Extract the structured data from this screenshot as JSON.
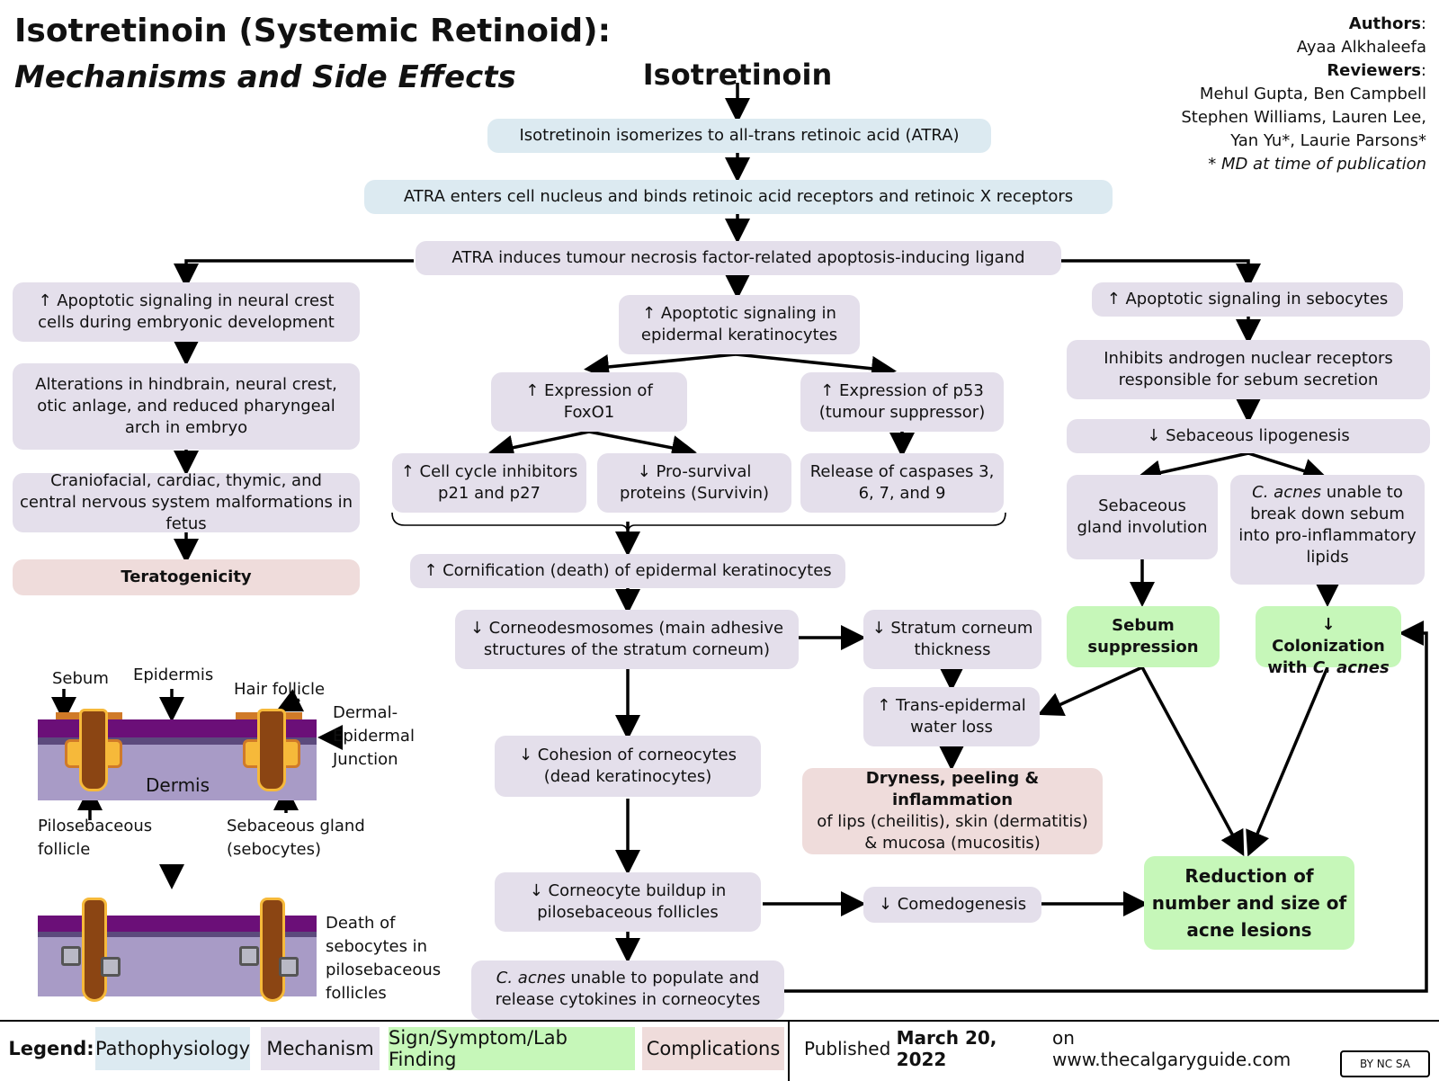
{
  "title": {
    "line1": "Isotretinoin (Systemic Retinoid):",
    "line2": "Mechanisms and Side Effects"
  },
  "credits": {
    "authors_label": "Authors",
    "authors": "Ayaa Alkhaleefa",
    "reviewers_label": "Reviewers",
    "reviewers_line1": "Mehul Gupta, Ben Campbell",
    "reviewers_line2": "Stephen Williams, Lauren Lee,",
    "reviewers_line3": "Yan Yu*, Laurie Parsons*",
    "note": "* MD at time of publication"
  },
  "center_title": "Isotretinoin",
  "nodes": {
    "isomerize": "Isotretinoin isomerizes to all-trans retinoic acid (ATRA)",
    "atra_nucleus": "ATRA enters cell nucleus and binds retinoic acid receptors and retinoic X receptors",
    "atra_trail": "ATRA induces tumour necrosis factor-related apoptosis-inducing ligand",
    "neural_crest": "↑ Apoptotic signaling in neural crest cells during embryonic development",
    "hindbrain": "Alterations in hindbrain, neural crest, otic anlage, and reduced pharyngeal arch in embryo",
    "malformations": "Craniofacial, cardiac, thymic, and central nervous system malformations in fetus",
    "teratogenicity": "Teratogenicity",
    "keratinocytes": "↑ Apoptotic signaling in epidermal keratinocytes",
    "foxo1": "↑ Expression of FoxO1",
    "p53": "↑ Expression of p53 (tumour suppressor)",
    "cell_cycle": "↑ Cell cycle inhibitors p21 and p27",
    "prosurvival": "↓ Pro-survival proteins (Survivin)",
    "caspases": "Release of caspases 3, 6, 7, and 9",
    "cornification": "↑ Cornification (death) of epidermal keratinocytes",
    "corneodesmosomes": "↓ Corneodesmosomes (main adhesive structures of the stratum corneum)",
    "stratum": "↓ Stratum corneum thickness",
    "tewl": "↑ Trans-epidermal water loss",
    "dryness_bold": "Dryness, peeling & inflammation",
    "dryness_rest": "of lips (cheilitis), skin (dermatitis) & mucosa (mucositis)",
    "cohesion": "↓ Cohesion of corneocytes (dead keratinocytes)",
    "buildup": "↓ Corneocyte buildup in pilosebaceous follicles",
    "comedogenesis": "↓ Comedogenesis",
    "cacnes_italic": "C. acnes",
    "cacnes_populate": "unable to populate and release cytokines in corneocytes",
    "sebocytes": "↑ Apoptotic signaling in sebocytes",
    "androgen": "Inhibits androgen nuclear receptors responsible for sebum secretion",
    "lipogenesis": "↓ Sebaceous lipogenesis",
    "involution": "Sebaceous gland involution",
    "cacnes_sebum": "unable to break down sebum into pro-inflammatory lipids",
    "sebum_suppression": "Sebum suppression",
    "colonization_prefix": "↓ Colonization with",
    "reduction": "Reduction of number and size of acne lesions"
  },
  "anatomy": {
    "sebum": "Sebum",
    "epidermis": "Epidermis",
    "hair_follicle": "Hair follicle",
    "dej": "Dermal-\nEpidermal\nJunction",
    "dermis": "Dermis",
    "pilosebaceous": "Pilosebaceous\nfollicle",
    "sebaceous_gland": "Sebaceous gland\n(sebocytes)",
    "death": "Death of\nsebocytes in\npilosebaceous\nfollicles"
  },
  "legend": {
    "label": "Legend:",
    "items": [
      "Pathophysiology",
      "Mechanism",
      "Sign/Symptom/Lab Finding",
      "Complications"
    ],
    "colors": [
      "#dceaf1",
      "#e4dfeb",
      "#c6f7b9",
      "#efdcdb"
    ],
    "published_prefix": "Published",
    "published_date": "March 20, 2022",
    "published_suffix": "on www.thecalgaryguide.com",
    "license": "BY NC SA"
  }
}
